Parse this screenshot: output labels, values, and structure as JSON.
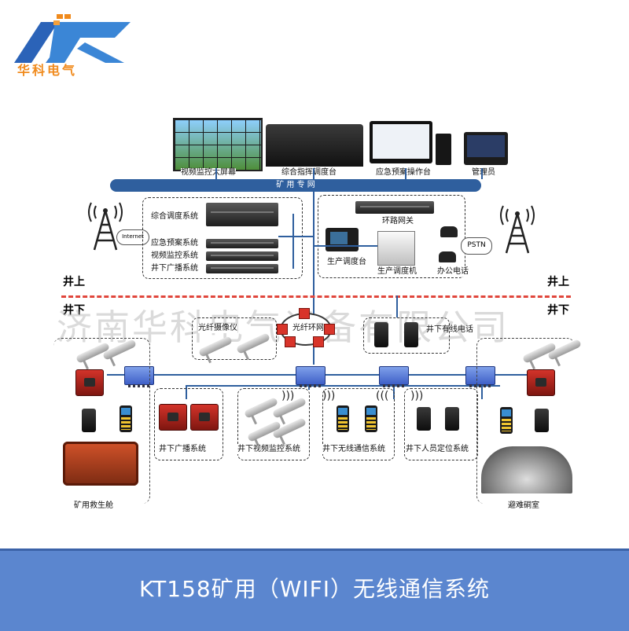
{
  "logo": {
    "text": "华科电气"
  },
  "top": {
    "bus_label": "矿 用 专 网",
    "video_wall_label": "视频监控大屏幕",
    "console_label": "综合指挥调度台",
    "workstation_label": "应急预案操作台",
    "admin_label": "管理员"
  },
  "left_panel": {
    "internet_label": "Internet",
    "items": [
      "综合调度系统",
      "应急预案系统",
      "视频监控系统",
      "井下广播系统"
    ]
  },
  "right_panel": {
    "gateway_label": "环路网关",
    "dispatch_console_label": "生产调度台",
    "dispatch_machine_label": "生产调度机",
    "office_phone_label": "办公电话",
    "pstn_label": "PSTN"
  },
  "divider": {
    "above_left": "井上",
    "above_right": "井上",
    "below_left": "井下",
    "below_right": "井下"
  },
  "watermark": "济南华科电气设备有限公司",
  "underground": {
    "fiber_ring_label": "光纤环网",
    "fiber_sensor_label": "光纤摄像仪",
    "wired_phone_label": "井下有线电话",
    "broadcast_label": "井下广播系统",
    "video_label": "井下视频监控系统",
    "wireless_label": "井下无线通信系统",
    "positioning_label": "井下人员定位系统",
    "rescue_capsule_label": "矿用救生舱",
    "refuge_chamber_label": "避难硐室"
  },
  "banner": {
    "title": "KT158矿用（WIFI）无线通信系统",
    "bg_color": "#5b86cf"
  },
  "colors": {
    "bus": "#2f5f9e",
    "divider": "#e0463c",
    "logo_blue": "#2b63b8",
    "logo_orange": "#f08a1c"
  }
}
